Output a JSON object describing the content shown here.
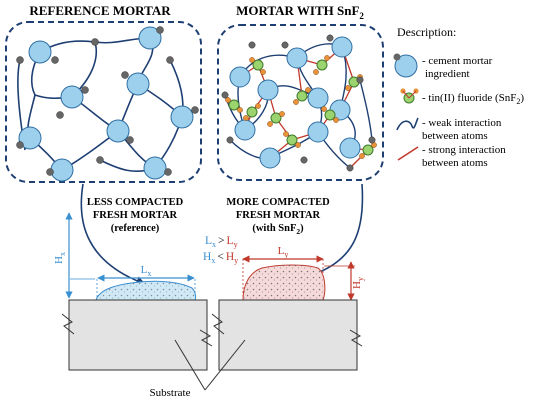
{
  "titles": {
    "reference": "REFERENCE MORTAR",
    "snf2_prefix": "MORTAR WITH SnF",
    "snf2_sub": "2"
  },
  "legend": {
    "heading": "Description:",
    "cement_line1": "- cement mortar",
    "cement_line2": "ingredient",
    "tin_prefix": "- tin(II) fluoride (SnF",
    "tin_sub": "2",
    "tin_suffix": ")",
    "weak_line1": "- weak interaction",
    "weak_line2": "between atoms",
    "strong_line1": "- strong interaction",
    "strong_line2": "between atoms"
  },
  "captions": {
    "less_line1": "LESS COMPACTED",
    "less_line2": "FRESH MORTAR",
    "less_line3": "(reference)",
    "more_line1": "MORE COMPACTED",
    "more_line2": "FRESH MORTAR",
    "more_line3_prefix": "(with SnF",
    "more_line3_sub": "2",
    "more_line3_suffix": ")"
  },
  "relations": {
    "l_left": "L",
    "l_left_sub": "x",
    "l_op": ">",
    "l_right": "L",
    "l_right_sub": "y",
    "h_left": "H",
    "h_left_sub": "x",
    "h_op": "<",
    "h_right": "H",
    "h_right_sub": "y"
  },
  "dimensions": {
    "hx": "H",
    "hx_sub": "x",
    "lx": "L",
    "lx_sub": "x",
    "ly": "L",
    "ly_sub": "y",
    "hy": "H",
    "hy_sub": "y"
  },
  "substrate_label": "Substrate",
  "colors": {
    "cement_fill": "#9dd0ec",
    "cement_stroke": "#2f6fa3",
    "tin_fill": "#9bd36f",
    "tin_stroke": "#3f7a2a",
    "atom_gray": "#666666",
    "tin_atom": "#e8933a",
    "weak_line": "#1e3f73",
    "strong_line": "#c0392b",
    "dim_blue": "#3a8fd0",
    "dim_red": "#c0392b",
    "panel_border": "#1e3f73",
    "slab_fill": "#e3e3e3"
  }
}
